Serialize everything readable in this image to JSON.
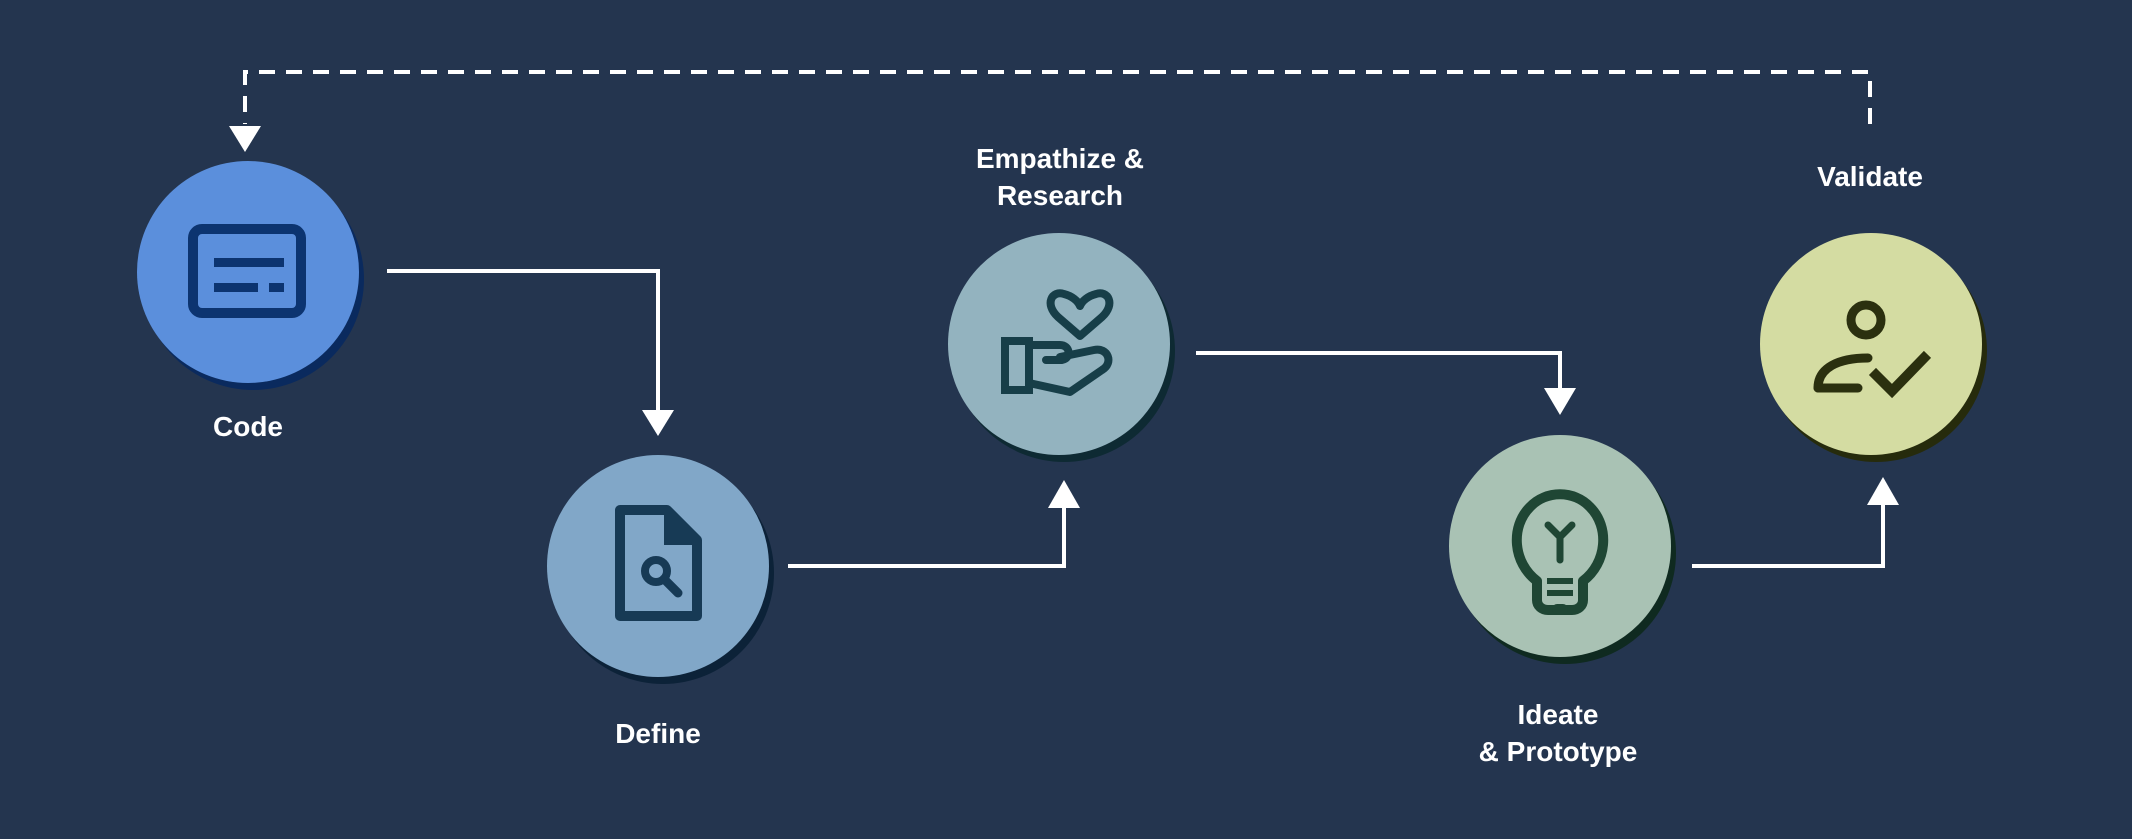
{
  "diagram": {
    "background_color": "#24354f",
    "connector_color": "#ffffff",
    "steps": [
      {
        "id": "code",
        "label_lines": [
          "Code"
        ],
        "icon": "code-window-icon",
        "fill_color": "#5b8fdc",
        "shadow_color": "#0a2a5e",
        "icon_color": "#0c3470"
      },
      {
        "id": "define",
        "label_lines": [
          "Define"
        ],
        "icon": "document-search-icon",
        "fill_color": "#81a7c8",
        "shadow_color": "#0c2238",
        "icon_color": "#173a55"
      },
      {
        "id": "empathize",
        "label_lines": [
          "Empathize &",
          "Research"
        ],
        "icon": "hand-heart-icon",
        "fill_color": "#93b3bf",
        "shadow_color": "#0e2a33",
        "icon_color": "#173e48"
      },
      {
        "id": "ideate",
        "label_lines": [
          "Ideate",
          "& Prototype"
        ],
        "icon": "lightbulb-icon",
        "fill_color": "#a9c2b4",
        "shadow_color": "#0f2a20",
        "icon_color": "#1f4634"
      },
      {
        "id": "validate",
        "label_lines": [
          "Validate"
        ],
        "icon": "user-check-icon",
        "fill_color": "#d4dca2",
        "shadow_color": "#262b0c",
        "icon_color": "#2b300f"
      }
    ],
    "connectors": [
      {
        "from": "code",
        "to": "define",
        "style": "solid"
      },
      {
        "from": "define",
        "to": "empathize",
        "style": "solid"
      },
      {
        "from": "empathize",
        "to": "ideate",
        "style": "solid"
      },
      {
        "from": "ideate",
        "to": "validate",
        "style": "solid"
      },
      {
        "from": "validate",
        "to": "code",
        "style": "dashed"
      }
    ]
  }
}
